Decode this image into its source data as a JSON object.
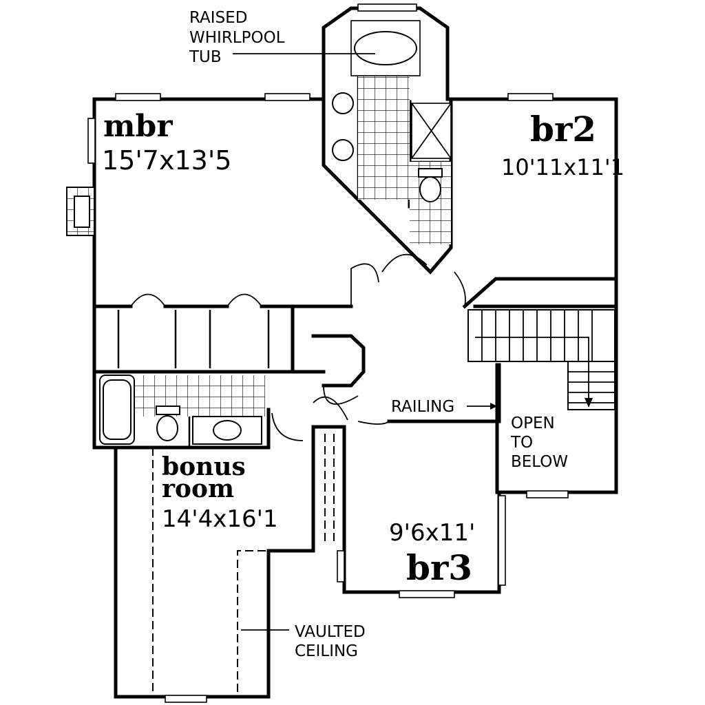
{
  "rooms": {
    "mbr": {
      "name": "mbr",
      "size": "15'7x13'5"
    },
    "br2": {
      "name": "br2",
      "size": "10'11x11'1"
    },
    "br3": {
      "name": "br3",
      "size": "9'6x11'"
    },
    "bonus": {
      "name_line1": "bonus",
      "name_line2": "room",
      "size": "14'4x16'1"
    }
  },
  "notes": {
    "tub": [
      "RAISED",
      "WHIRLPOOL",
      "TUB"
    ],
    "railing": "RAILING",
    "open": [
      "OPEN",
      "TO",
      "BELOW"
    ],
    "vaulted": [
      "VAULTED",
      "CEILING"
    ]
  }
}
